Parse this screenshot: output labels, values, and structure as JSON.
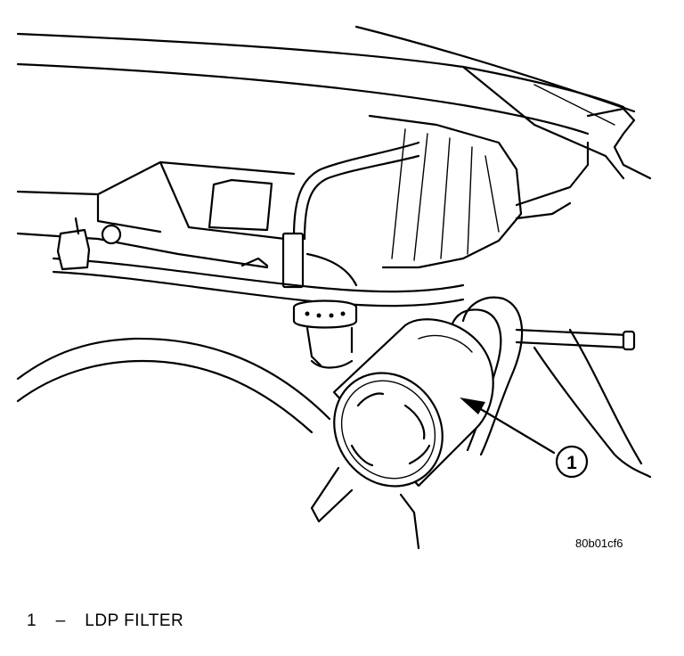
{
  "figure": {
    "id": "80b01cf6",
    "callouts": [
      {
        "number": "1",
        "label": "LDP FILTER"
      }
    ]
  },
  "legend": {
    "number": "1",
    "dash": "–",
    "label": "LDP FILTER"
  }
}
